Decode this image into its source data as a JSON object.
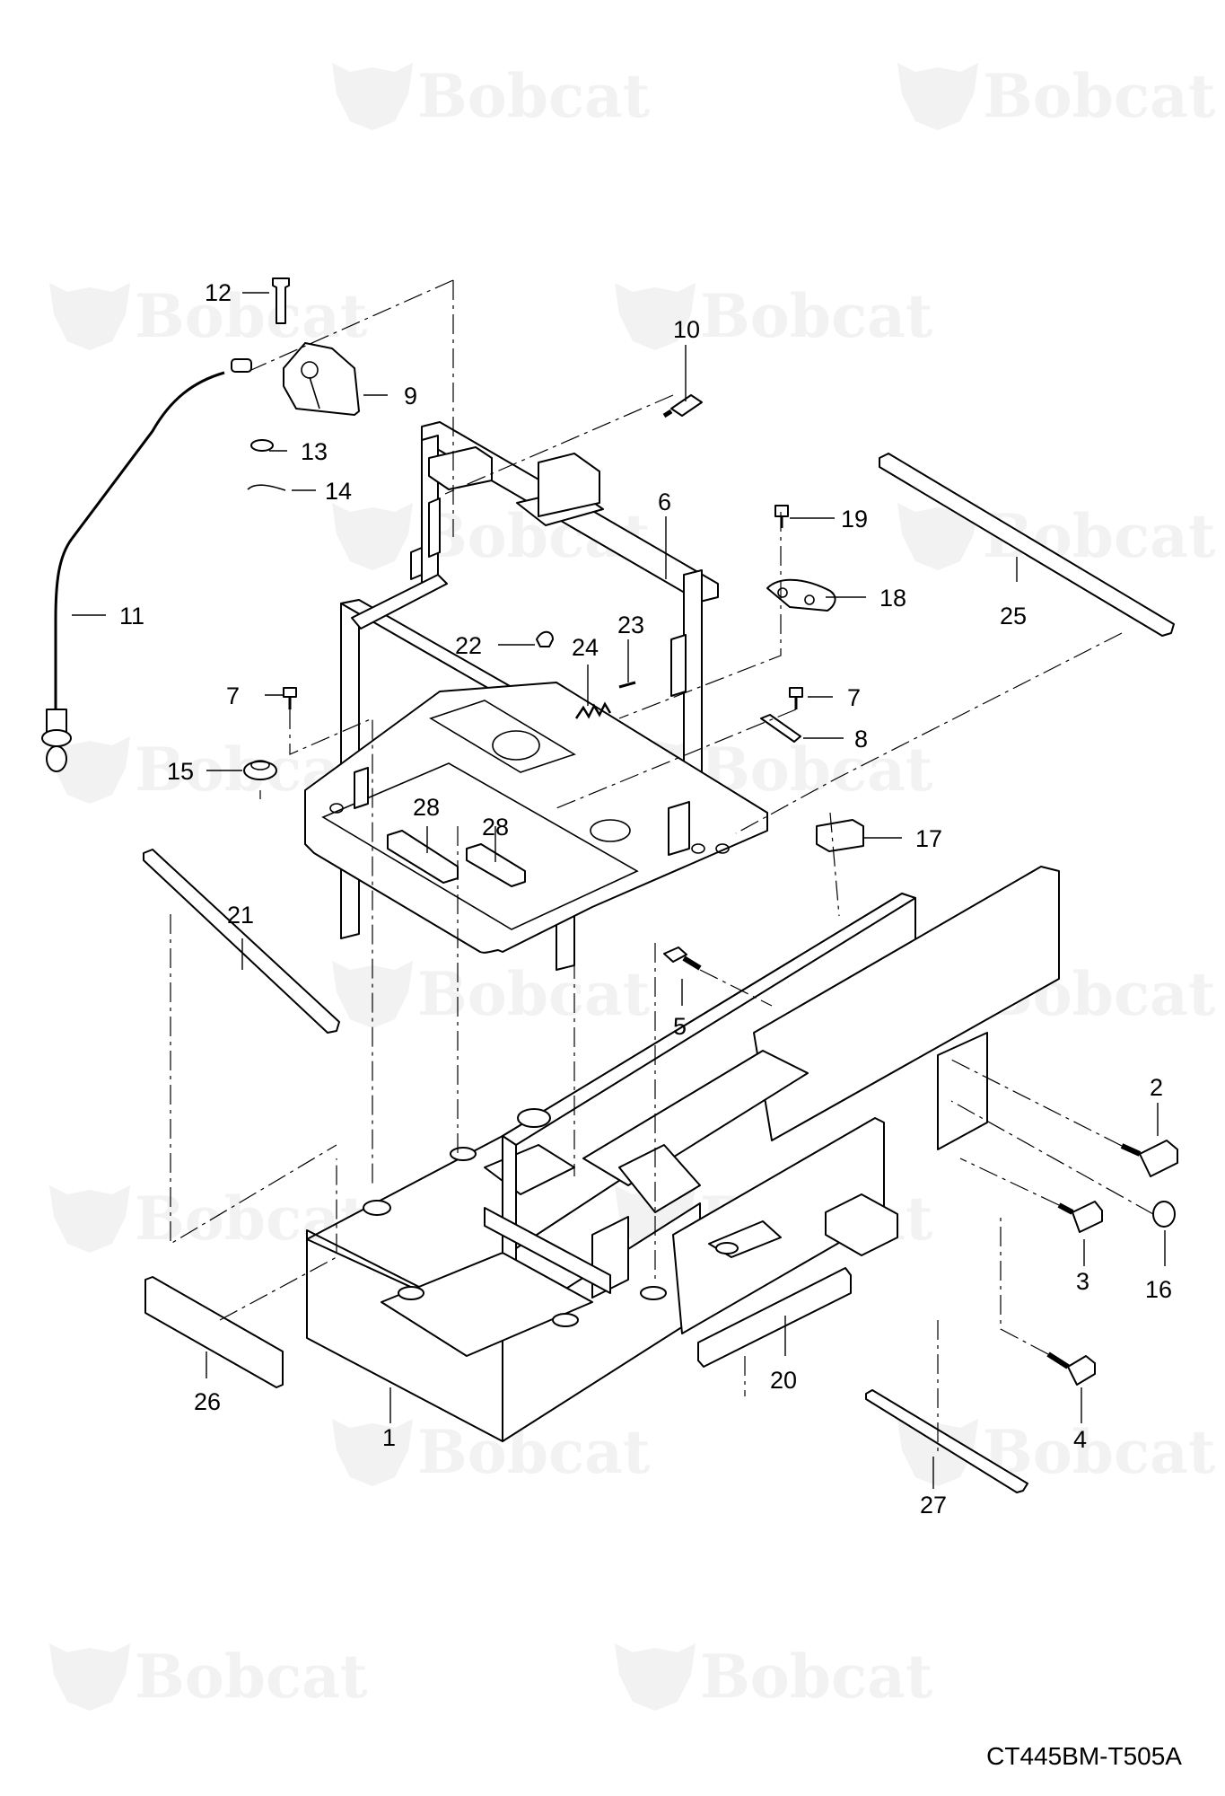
{
  "watermark": {
    "brand": "Bobcat"
  },
  "drawing_code": "CT445BM-T505A",
  "callouts": [
    "1",
    "2",
    "3",
    "4",
    "5",
    "6",
    "7",
    "7",
    "8",
    "9",
    "10",
    "11",
    "12",
    "13",
    "14",
    "15",
    "16",
    "17",
    "18",
    "19",
    "20",
    "21",
    "22",
    "23",
    "24",
    "25",
    "26",
    "27",
    "28",
    "28"
  ]
}
